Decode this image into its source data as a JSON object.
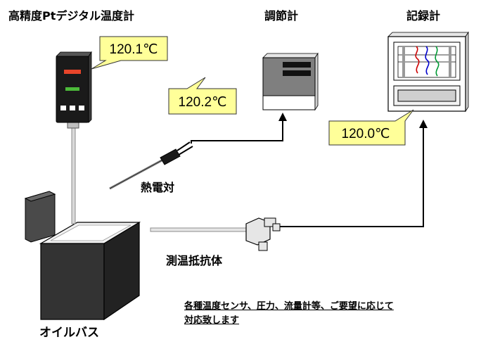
{
  "devices": {
    "pt_thermometer": {
      "title": "高精度Ptデジタル温度計",
      "reading": "120.1℃"
    },
    "controller": {
      "title": "調節計",
      "reading": "120.2℃"
    },
    "recorder": {
      "title": "記録計",
      "reading": "120.0℃"
    }
  },
  "sensors": {
    "thermocouple": "熱電対",
    "rtd": "測温抵抗体"
  },
  "bath": {
    "label": "オイルバス"
  },
  "note": {
    "line1": "各種温度センサ、圧力、流量計等、ご要望に応じて",
    "line2": "対応致します"
  },
  "colors": {
    "callout_fill": "#ffff99",
    "bath_dark": "#333333",
    "bath_top": "#f2f2f2",
    "display_red": "#e8452a",
    "display_green": "#4cbb3a",
    "recorder_traces": [
      "#cc0000",
      "#0000cc",
      "#009933"
    ]
  },
  "icons": [
    "thermometer-probe",
    "thermocouple-probe",
    "rtd-probe-head",
    "controller-device",
    "recorder-device",
    "oil-bath-box"
  ]
}
